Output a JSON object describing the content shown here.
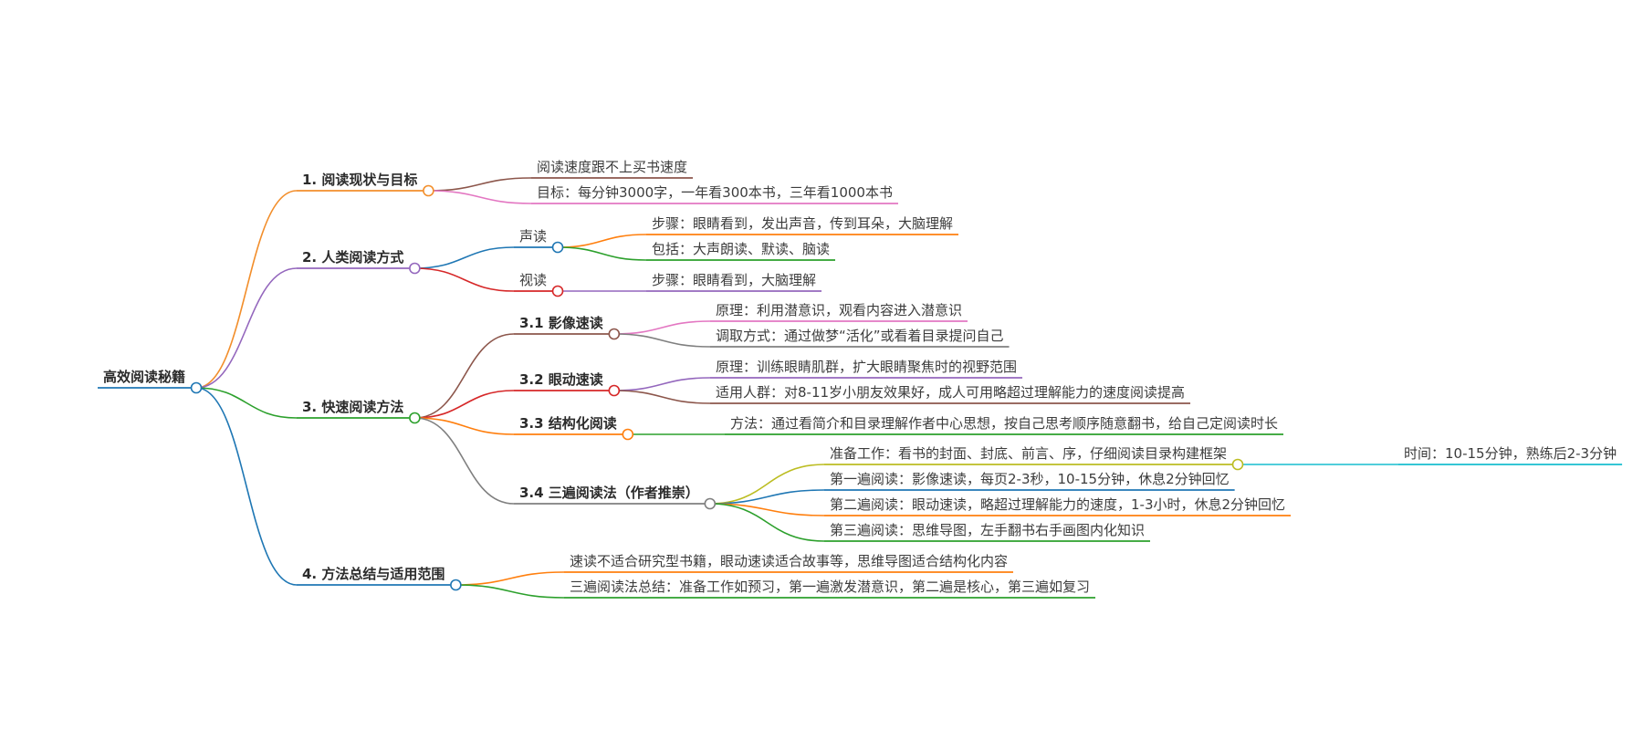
{
  "mindmap": {
    "root": "高效阅读秘籍",
    "branches": [
      {
        "label": "1. 阅读现状与目标",
        "color": "#f28e2b",
        "children": [
          {
            "label": "阅读速度跟不上买书速度",
            "color": "#8c564b"
          },
          {
            "label": "目标：每分钟3000字，一年看300本书，三年看1000本书",
            "color": "#e377c2"
          }
        ]
      },
      {
        "label": "2. 人类阅读方式",
        "color": "#9467bd",
        "children": [
          {
            "label": "声读",
            "color": "#1f77b4",
            "children": [
              {
                "label": "步骤：眼睛看到，发出声音，传到耳朵，大脑理解",
                "color": "#ff7f0e"
              },
              {
                "label": "包括：大声朗读、默读、脑读",
                "color": "#2ca02c"
              }
            ]
          },
          {
            "label": "视读",
            "color": "#d62728",
            "children": [
              {
                "label": "步骤：眼睛看到，大脑理解",
                "color": "#9467bd"
              }
            ]
          }
        ]
      },
      {
        "label": "3. 快速阅读方法",
        "color": "#2ca02c",
        "children": [
          {
            "label": "3.1 影像速读",
            "color": "#8c564b",
            "children": [
              {
                "label": "原理：利用潜意识，观看内容进入潜意识",
                "color": "#e377c2"
              },
              {
                "label": "调取方式：通过做梦“活化”或看着目录提问自己",
                "color": "#7f7f7f"
              }
            ]
          },
          {
            "label": "3.2 眼动速读",
            "color": "#d62728",
            "children": [
              {
                "label": "原理：训练眼睛肌群，扩大眼睛聚焦时的视野范围",
                "color": "#9467bd"
              },
              {
                "label": "适用人群：对8-11岁小朋友效果好，成人可用略超过理解能力的速度阅读提高",
                "color": "#8c564b"
              }
            ]
          },
          {
            "label": "3.3 结构化阅读",
            "color": "#ff7f0e",
            "children": [
              {
                "label": "方法：通过看简介和目录理解作者中心思想，按自己思考顺序随意翻书，给自己定阅读时长",
                "color": "#2ca02c"
              }
            ]
          },
          {
            "label": "3.4 三遍阅读法（作者推崇）",
            "color": "#7f7f7f",
            "children": [
              {
                "label": "准备工作：看书的封面、封底、前言、序，仔细阅读目录构建框架",
                "color": "#bcbd22",
                "children": [
                  {
                    "label": "时间：10-15分钟，熟练后2-3分钟",
                    "color": "#17becf"
                  }
                ]
              },
              {
                "label": "第一遍阅读：影像速读，每页2-3秒，10-15分钟，休息2分钟回忆",
                "color": "#1f77b4"
              },
              {
                "label": "第二遍阅读：眼动速读，略超过理解能力的速度，1-3小时，休息2分钟回忆",
                "color": "#ff7f0e"
              },
              {
                "label": "第三遍阅读：思维导图，左手翻书右手画图内化知识",
                "color": "#2ca02c"
              }
            ]
          }
        ]
      },
      {
        "label": "4. 方法总结与适用范围",
        "color": "#1f77b4",
        "children": [
          {
            "label": "速读不适合研究型书籍，眼动速读适合故事等，思维导图适合结构化内容",
            "color": "#ff7f0e"
          },
          {
            "label": "三遍阅读法总结：准备工作如预习，第一遍激发潜意识，第二遍是核心，第三遍如复习",
            "color": "#2ca02c"
          }
        ]
      }
    ]
  }
}
